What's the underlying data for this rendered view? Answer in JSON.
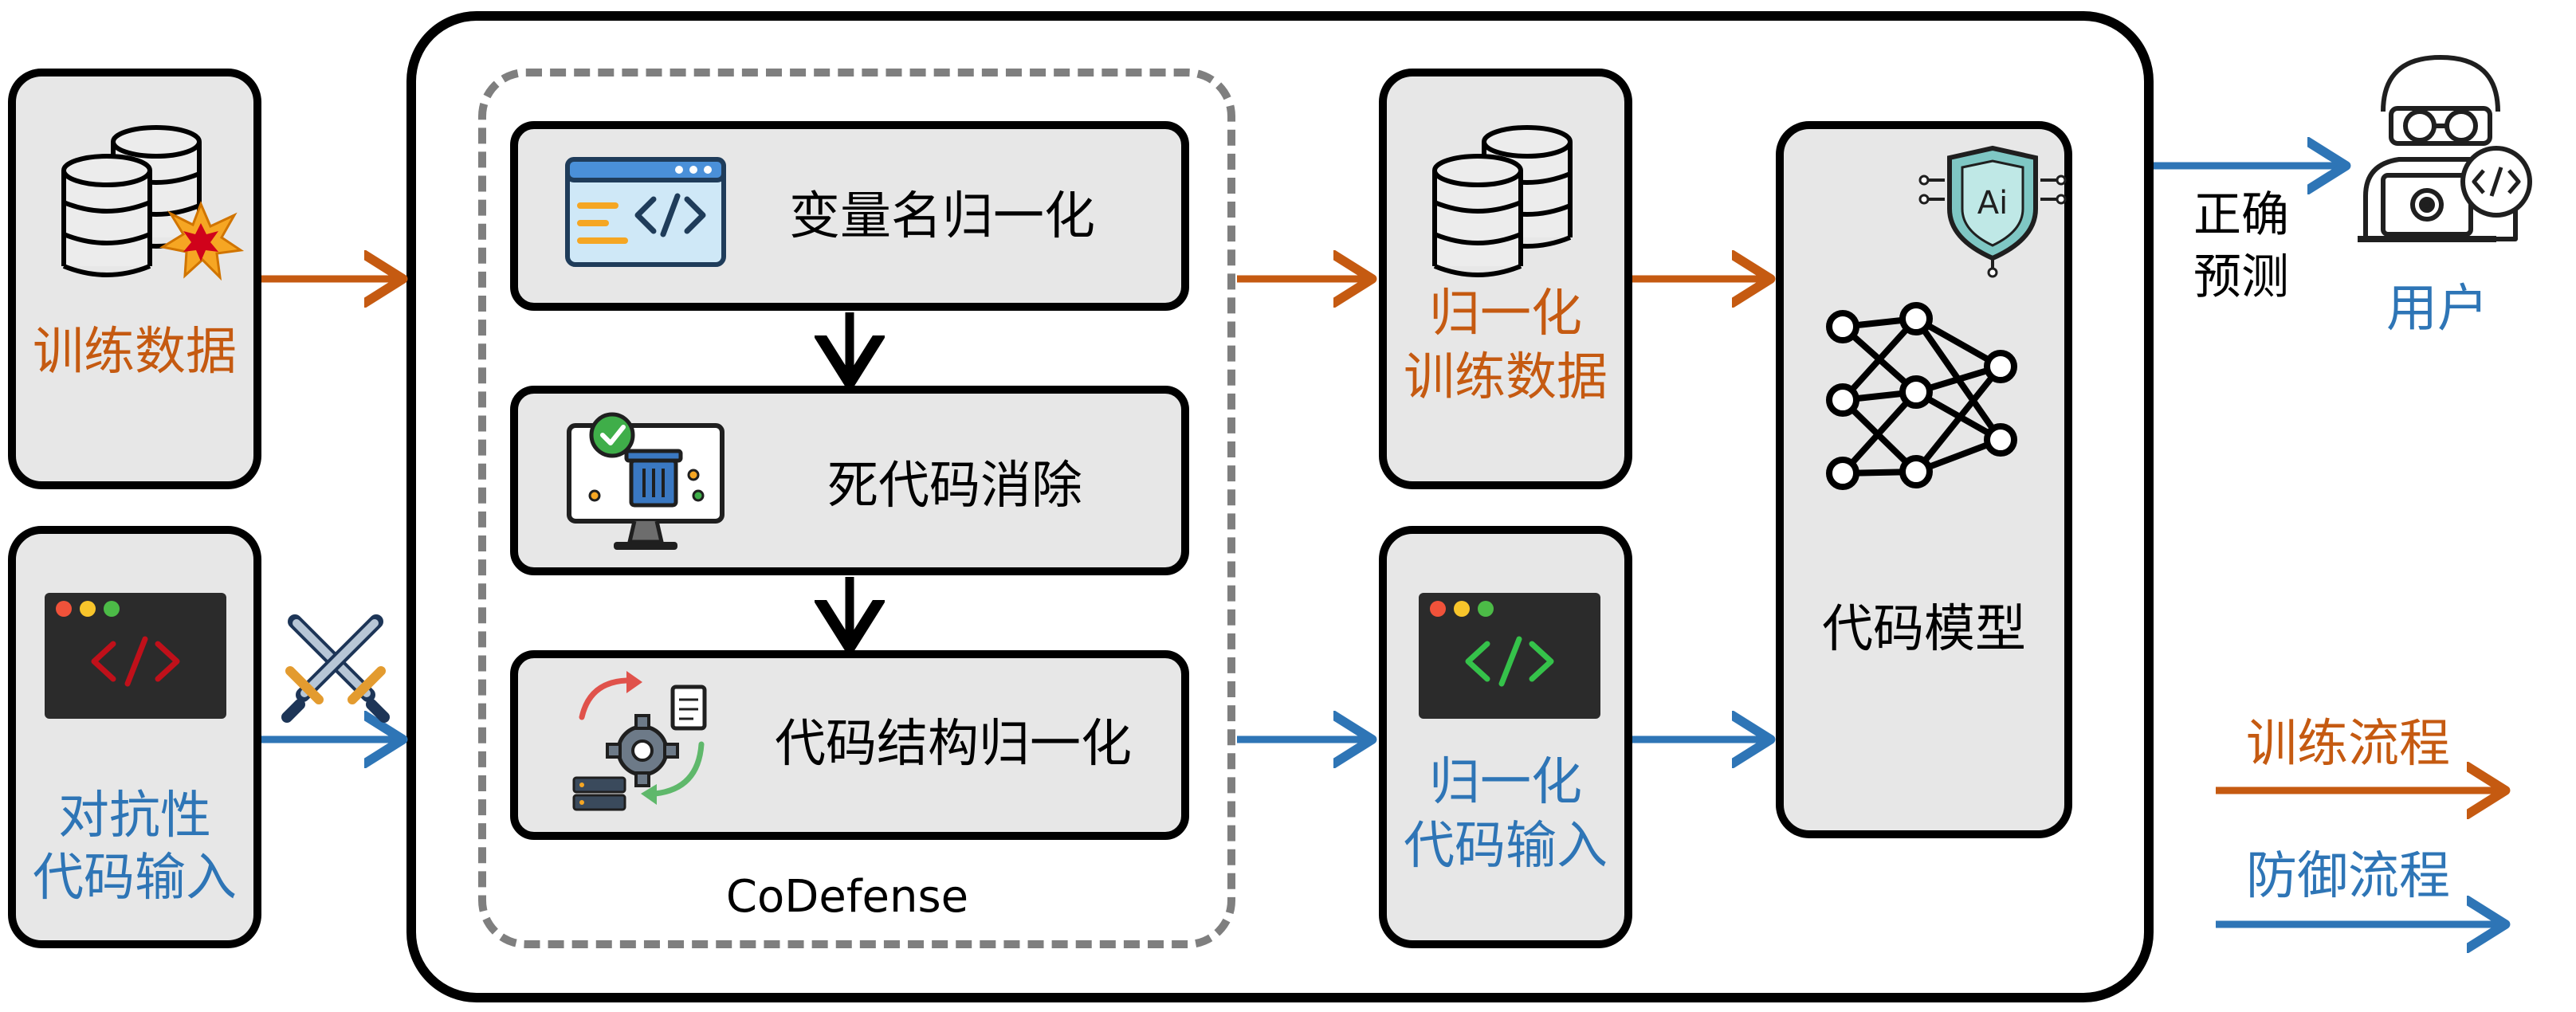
{
  "inputs": {
    "training_data": "训练数据",
    "adversarial_line1": "对抗性",
    "adversarial_line2": "代码输入"
  },
  "codefense": {
    "title": "CoDefense",
    "steps": [
      {
        "label": "变量名归一化"
      },
      {
        "label": "死代码消除"
      },
      {
        "label": "代码结构归一化"
      }
    ]
  },
  "outputs": {
    "normalized_training_line1": "归一化",
    "normalized_training_line2": "训练数据",
    "normalized_code_line1": "归一化",
    "normalized_code_line2": "代码输入"
  },
  "model": {
    "label": "代码模型",
    "ai_badge": "Ai"
  },
  "user": {
    "prediction_line1": "正确",
    "prediction_line2": "预测",
    "label": "用户"
  },
  "legend": {
    "training_flow": "训练流程",
    "defense_flow": "防御流程"
  },
  "colors": {
    "training": "#c55a11",
    "defense": "#2e75b6",
    "panel": "#e7e7e7"
  }
}
